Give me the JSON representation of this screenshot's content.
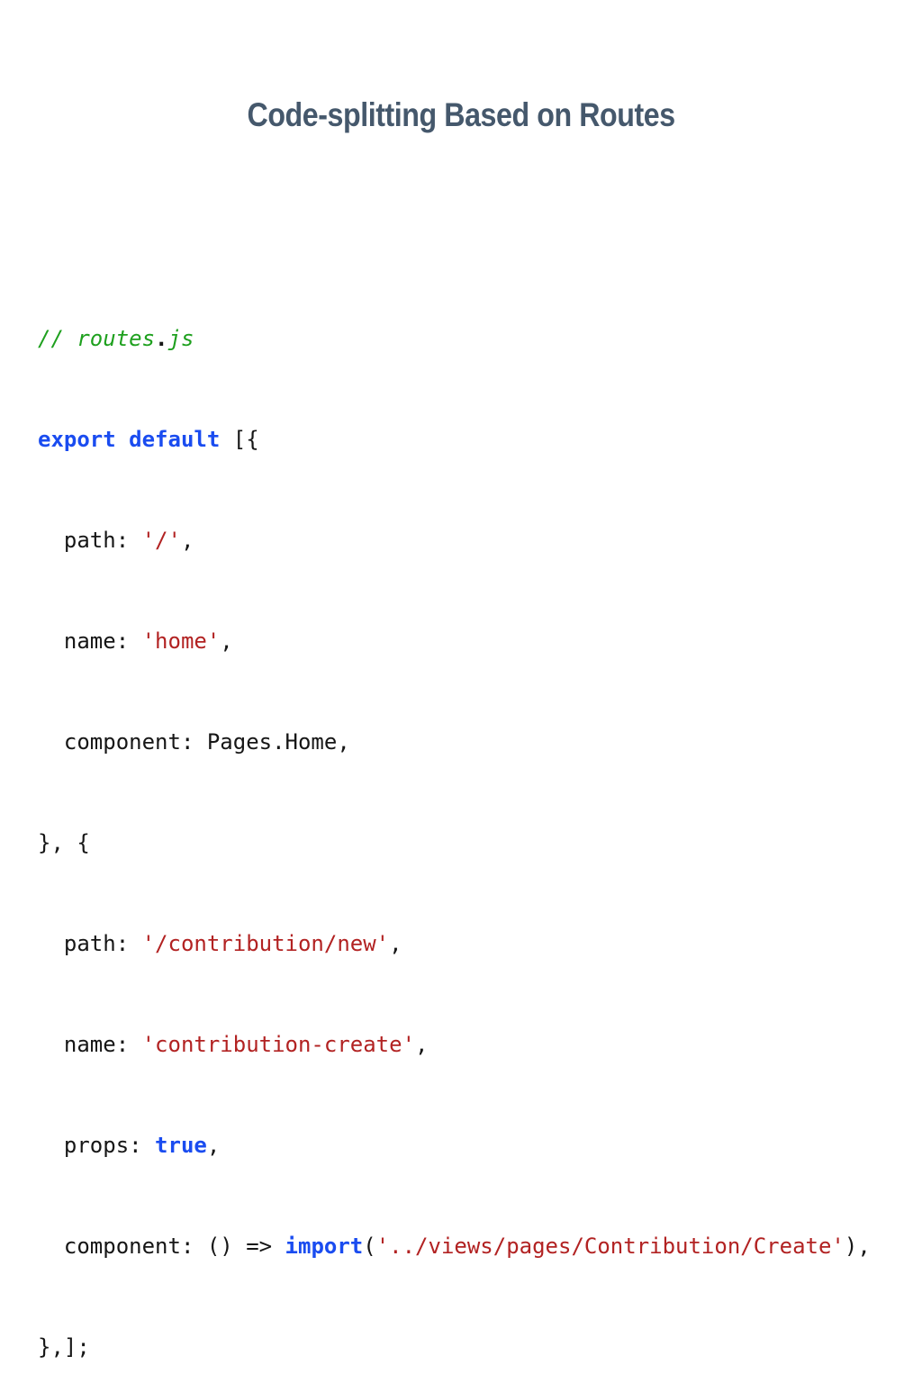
{
  "slide": {
    "title": "Code-splitting Based on Routes"
  },
  "colors": {
    "background": "#ffffff",
    "title_text": "#45586c",
    "code_plain": "#161616",
    "code_keyword": "#1a4cf0",
    "code_string": "#b22222",
    "code_comment": "#1ea01e"
  },
  "code": {
    "language": "javascript",
    "lines": [
      {
        "tokens": [
          {
            "text": "// routes",
            "style": "comment"
          },
          {
            "text": ".",
            "style": "plain-bold"
          },
          {
            "text": "js",
            "style": "comment"
          }
        ]
      },
      {
        "tokens": [
          {
            "text": "export default",
            "style": "keyword"
          },
          {
            "text": " [{",
            "style": "plain"
          }
        ]
      },
      {
        "tokens": [
          {
            "text": "  path: ",
            "style": "plain"
          },
          {
            "text": "'/'",
            "style": "string"
          },
          {
            "text": ",",
            "style": "plain"
          }
        ]
      },
      {
        "tokens": [
          {
            "text": "  name: ",
            "style": "plain"
          },
          {
            "text": "'home'",
            "style": "string"
          },
          {
            "text": ",",
            "style": "plain"
          }
        ]
      },
      {
        "tokens": [
          {
            "text": "  component: Pages.Home,",
            "style": "plain"
          }
        ]
      },
      {
        "tokens": [
          {
            "text": "}, {",
            "style": "plain"
          }
        ]
      },
      {
        "tokens": [
          {
            "text": "  path: ",
            "style": "plain"
          },
          {
            "text": "'/contribution/new'",
            "style": "string"
          },
          {
            "text": ",",
            "style": "plain"
          }
        ]
      },
      {
        "tokens": [
          {
            "text": "  name: ",
            "style": "plain"
          },
          {
            "text": "'contribution-create'",
            "style": "string"
          },
          {
            "text": ",",
            "style": "plain"
          }
        ]
      },
      {
        "tokens": [
          {
            "text": "  props: ",
            "style": "plain"
          },
          {
            "text": "true",
            "style": "keyword"
          },
          {
            "text": ",",
            "style": "plain"
          }
        ]
      },
      {
        "tokens": [
          {
            "text": "  component: () => ",
            "style": "plain"
          },
          {
            "text": "import",
            "style": "keyword"
          },
          {
            "text": "(",
            "style": "plain"
          },
          {
            "text": "'../views/pages/Contribution/Create'",
            "style": "string"
          },
          {
            "text": "),",
            "style": "plain"
          }
        ]
      },
      {
        "tokens": [
          {
            "text": "},];",
            "style": "plain"
          }
        ]
      }
    ]
  }
}
